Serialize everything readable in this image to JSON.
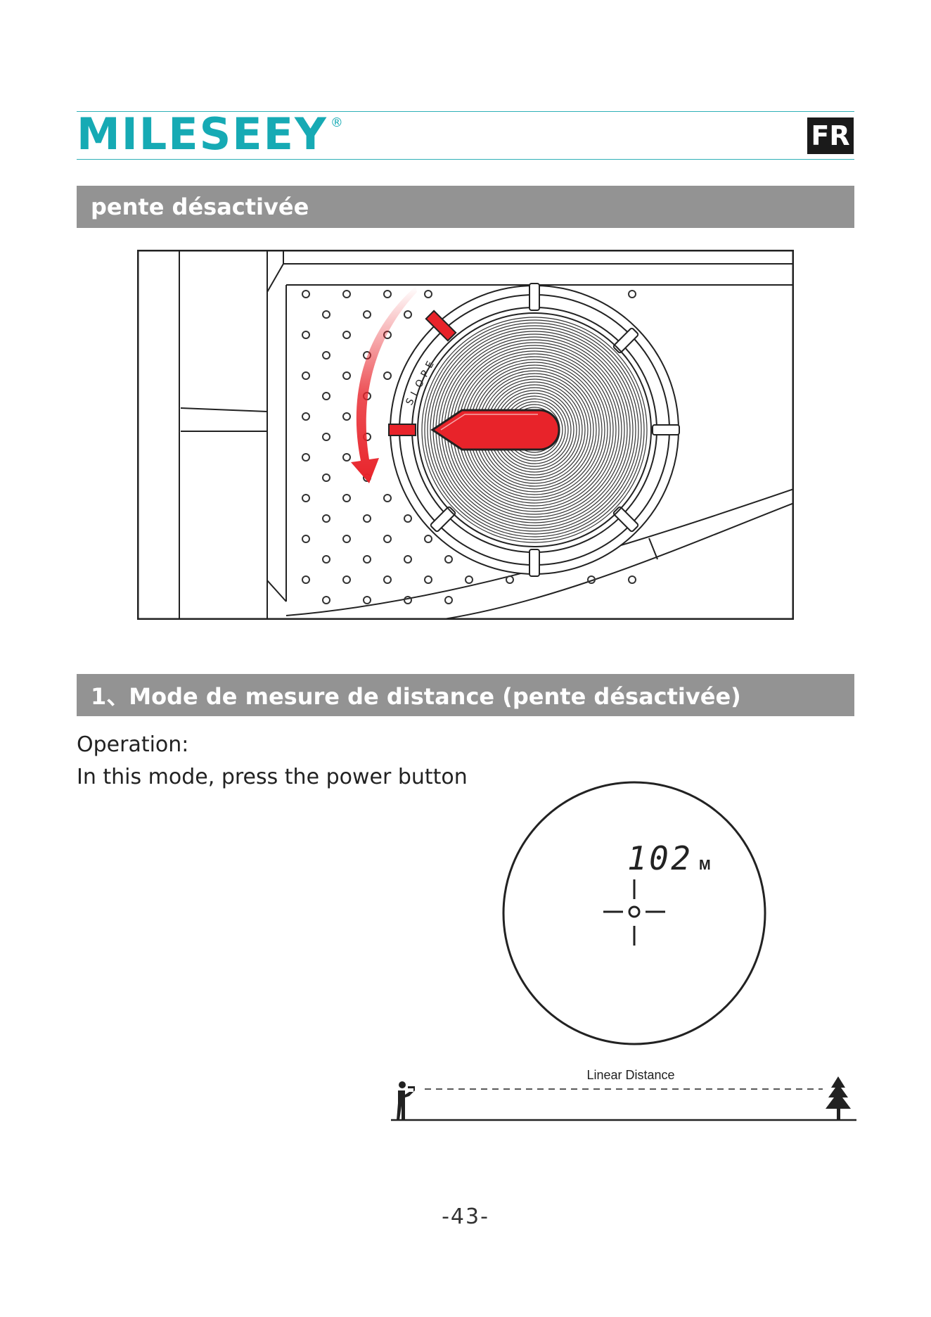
{
  "header": {
    "brand": "MILESEEY",
    "registered_mark": "®",
    "language_badge": "FR"
  },
  "section1": {
    "title": "pente désactivée"
  },
  "dial_figure": {
    "dial_label": "SLOPE",
    "accent_color": "#e8232a"
  },
  "section2": {
    "title": "1、Mode de mesure de distance (pente désactivée)",
    "operation_label": "Operation:",
    "operation_text": "In this mode, press the power button"
  },
  "viewfinder": {
    "reading": "102",
    "unit": "M"
  },
  "distance_diagram": {
    "label": "Linear Distance"
  },
  "footer": {
    "page_number": "-43-"
  }
}
